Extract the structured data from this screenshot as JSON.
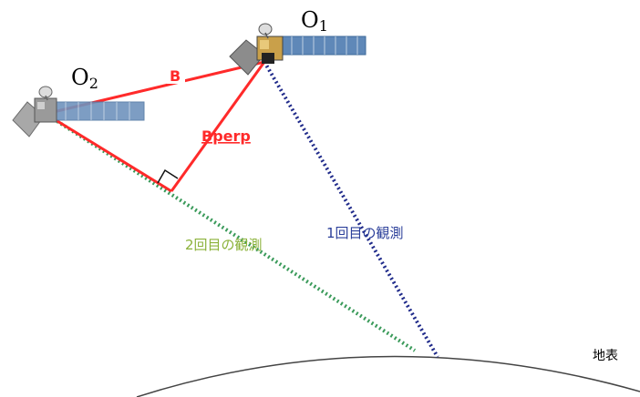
{
  "labels": {
    "o1_main": "O",
    "o1_sub": "1",
    "o2_main": "O",
    "o2_sub": "2",
    "baseline": "B",
    "bperp": "Bperp",
    "obs1": "1回目の観測",
    "obs2": "2回目の観測",
    "ground": "地表"
  },
  "colors": {
    "baseline_red": "#ff2a2a",
    "obs1_line": "#1f2a8a",
    "obs2_line": "#3a9a5a",
    "obs1_text": "#2b3f9a",
    "obs2_text": "#8bb23a",
    "panel_blue": "#5f88b8",
    "satellite_gray": "#8c8c8c"
  },
  "icons": {
    "satellite_1": "satellite-icon",
    "satellite_2": "satellite-icon",
    "right_angle": "right-angle-marker"
  }
}
